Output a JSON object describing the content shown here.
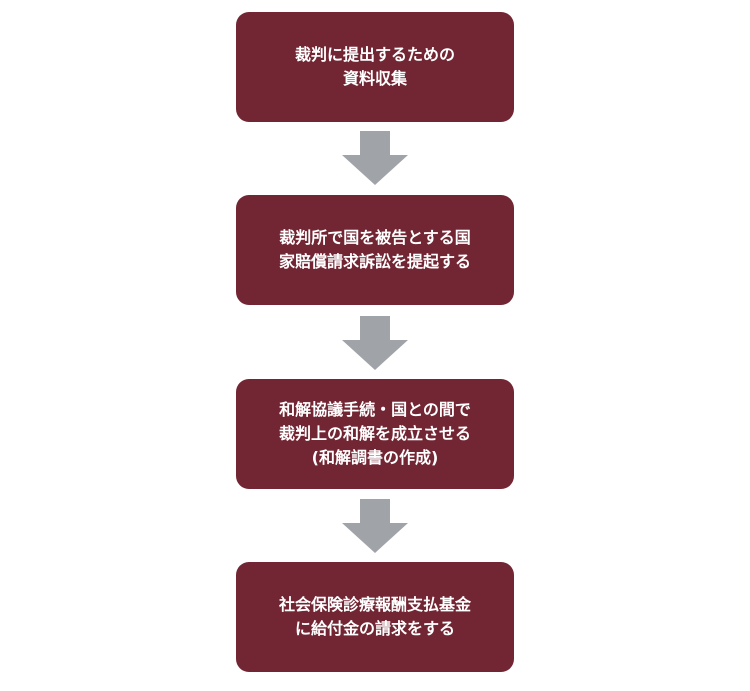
{
  "steps": [
    {
      "lines": [
        "裁判に提出するための",
        "資料収集"
      ]
    },
    {
      "lines": [
        "裁判所で国を被告とする国",
        "家賠償請求訴訟を提起する"
      ]
    },
    {
      "lines": [
        "和解協議手続・国との間で",
        "裁判上の和解を成立させる",
        "(和解調書の作成)"
      ]
    },
    {
      "lines": [
        "社会保険診療報酬支払基金",
        "に給付金の請求をする"
      ]
    }
  ],
  "colors": {
    "box": "#722633",
    "arrow": "#a0a4a8",
    "text": "#ffffff"
  },
  "icons": {
    "arrow": "down-arrow-icon"
  }
}
